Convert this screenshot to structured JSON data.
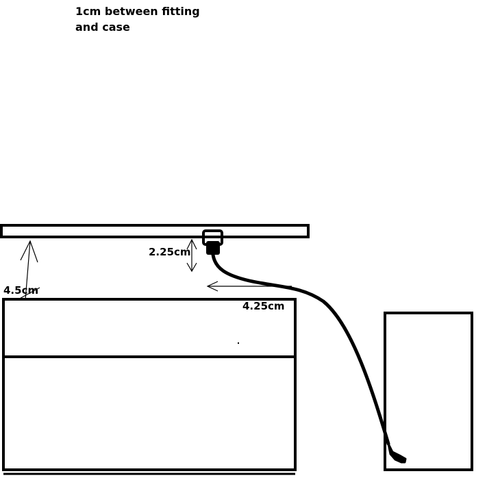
{
  "note": {
    "line1": "1cm between fitting",
    "line2": "and case"
  },
  "labels": {
    "gap_fitting_case": "2.25cm",
    "gap_shelf_case": "4.5cm",
    "horizontal_offset": "4.25cm"
  },
  "colors": {
    "ink": "#000000",
    "background": "#ffffff"
  }
}
